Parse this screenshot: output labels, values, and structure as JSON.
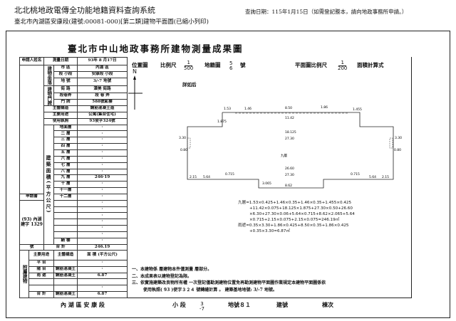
{
  "header": {
    "system_title": "北北桃地政電傳全功能地籍資料查詢系統",
    "query_date": "查詢日期：115年1月15日（如需登記謄本，請向地政事務所申請。）",
    "subtitle": "臺北市內湖區安康段(建號:00081-000)[第二類]建物平面圖(已縮小列印)"
  },
  "document": {
    "title": "臺北市中山地政事務所建物測量成果圖",
    "location_map_label": "位置圖",
    "scale_label": "比例尺",
    "location_scale_num": "1",
    "location_scale_den": "500",
    "cadastral_map_label": "地籍圖",
    "cadastral_num": "5",
    "cadastral_den": "6",
    "cadastral_suffix": "號",
    "north": "N",
    "see_below": "詳如后",
    "plan_scale_label": "平面圖比例尺",
    "plan_scale_num": "1",
    "plan_scale_den": "200",
    "area_formula_label": "面積計算式"
  },
  "table": {
    "applicant": "申請人姓名",
    "survey_date_label": "測量日期",
    "survey_date": "93年 8 月17日",
    "location_label": "建物坐落",
    "city_label": "市 區",
    "city_value": "內湖 區",
    "section_label": "段 小段",
    "section_value": "安康段 小段",
    "lot_label": "地 號",
    "lot_value": "3/-7 地號",
    "doorplate_label": "建物門牌",
    "street_label": "街 路",
    "street_value": "潭美 街路",
    "lane_label": "段巷弄",
    "lane_value": "段 巷 弄",
    "number_label": "門 牌",
    "number_value": "588號貳樓",
    "structure_label": "主體構造",
    "structure_value": "鋼筋混凝土造",
    "use_label": "主要用途",
    "use_value": "公寓(集合住宅)",
    "permit_label": "使用執照",
    "permit_value": "93使字324號",
    "area_label": "建築面積(平方公尺)",
    "floors": [
      {
        "label": "地面層",
        "value": "·"
      },
      {
        "label": "二 層",
        "value": "·"
      },
      {
        "label": "三 層",
        "value": "·"
      },
      {
        "label": "四 層",
        "value": "·"
      },
      {
        "label": "五 層",
        "value": "·"
      },
      {
        "label": "六 層",
        "value": "·"
      },
      {
        "label": "七 層",
        "value": "·"
      },
      {
        "label": "八 層",
        "value": "·"
      },
      {
        "label": "九 層",
        "value": "246·19"
      },
      {
        "label": "十 層",
        "value": "·"
      },
      {
        "label": "十一層",
        "value": "·"
      },
      {
        "label": "十二層",
        "value": "·"
      }
    ],
    "extra_rows": [
      "·",
      "·",
      "·",
      "·",
      "·",
      "·"
    ],
    "arcade_label": "騎 樓",
    "arcade_value": "·",
    "application_label": "申請書",
    "application_value": "(93) 內湖建字 1329",
    "application_suffix": "號",
    "total_label": "合 計",
    "total_value": "246.19",
    "annex_label": "附屬建物",
    "annex_use_label": "主要用途",
    "annex_structure_label": "主體構造",
    "annex_area_label": "面 積 (平方公尺)",
    "annex_rows": [
      {
        "use": "平 台",
        "structure": "",
        "area": "·"
      },
      {
        "use": "陽 台",
        "structure": "鋼筋混凝土",
        "area": "·"
      },
      {
        "use": "雨 遮",
        "structure": "鋼筋混凝土",
        "area": "6.87"
      },
      {
        "use": "",
        "structure": "",
        "area": ""
      },
      {
        "use": "",
        "structure": "",
        "area": "·"
      }
    ],
    "annex_total_label": "合 計",
    "annex_total_structure": "鋼筋混凝土",
    "annex_total_value": "6.87"
  },
  "plan": {
    "floor_label": "九層",
    "labels": [
      "1.53",
      "1.46",
      "8.50",
      "1.86",
      "1.455",
      "11.42",
      "18.125",
      "27.30",
      "26.60",
      "27.30",
      "8.62",
      "3.065",
      "2.15",
      "5.64",
      "5.64",
      "2.15",
      "3.30",
      "0.80",
      "3.30",
      "0.80",
      "1.875",
      "0.715",
      "0.715"
    ]
  },
  "formula": {
    "lines": [
      "九層=1.53×0.425+1.46×0.35+1.46×0.35+1.455×0.425",
      "+11.42×0.075+18.125×1.875+27.30×0.50+26.60",
      "×6.30+27.30×0.06+5.64×0.715+8.62×2.065+5.64",
      "×0.715+2.15×0.075+2.15×0.075=246.19㎡",
      "雨遮=0.35×3.30+1.86×0.425+8.50×0.35+1.86×0.425",
      "+0.35×3.30=6.87㎡"
    ]
  },
  "notes": [
    "一、本建物係  層建物本件僅測量  層部分。",
    "二、本成果表以建物登記為限。",
    "三、依實施建築改良物所有權 一次登記僅勘測建物位置免再勘測建物平面圖作業規定本建物平面圖係依",
    "使用執照( 93 )使字３２４ 號轉繪計算 。 建築基地地號: 3/-7        地號。"
  ],
  "footer": {
    "district": "內  湖  區  安  康  段",
    "subsection": "小 段",
    "lot_num": "3",
    "lot_sub": "-7",
    "lot_label": "地號８１",
    "building_label": "建號",
    "unit_label": "棟次"
  }
}
